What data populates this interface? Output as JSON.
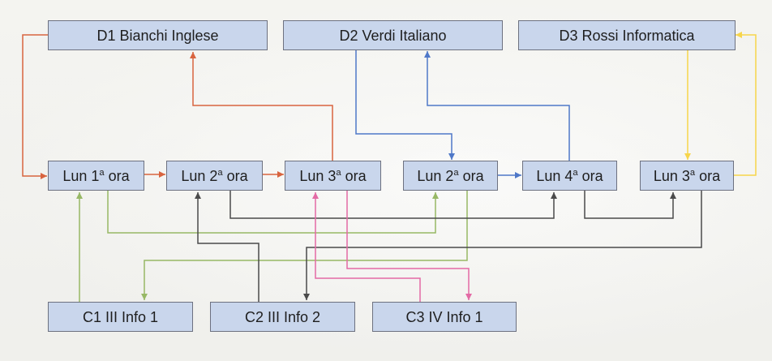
{
  "colors": {
    "box_fill": "#c9d6ec",
    "box_border": "#6d7180",
    "red": "#d8643f",
    "blue": "#4f78c8",
    "yellow": "#f7d54b",
    "green": "#97b865",
    "dark": "#4a4a4a",
    "pink": "#e36aa5"
  },
  "teachers": [
    {
      "label": "D1 Bianchi Inglese"
    },
    {
      "label": "D2 Verdi Italiano"
    },
    {
      "label": "D3 Rossi Informatica"
    }
  ],
  "slots": [
    {
      "prefix": "Lun 1",
      "sup": "a",
      "suffix": " ora"
    },
    {
      "prefix": "Lun 2",
      "sup": "a",
      "suffix": " ora"
    },
    {
      "prefix": "Lun 3",
      "sup": "a",
      "suffix": " ora"
    },
    {
      "prefix": "Lun 2",
      "sup": "a",
      "suffix": " ora"
    },
    {
      "prefix": "Lun 4",
      "sup": "a",
      "suffix": " ora"
    },
    {
      "prefix": "Lun 3",
      "sup": "a",
      "suffix": " ora"
    }
  ],
  "classes": [
    {
      "label": "C1 III Info 1"
    },
    {
      "label": "C2 III Info 2"
    },
    {
      "label": "C3 IV Info 1"
    }
  ]
}
